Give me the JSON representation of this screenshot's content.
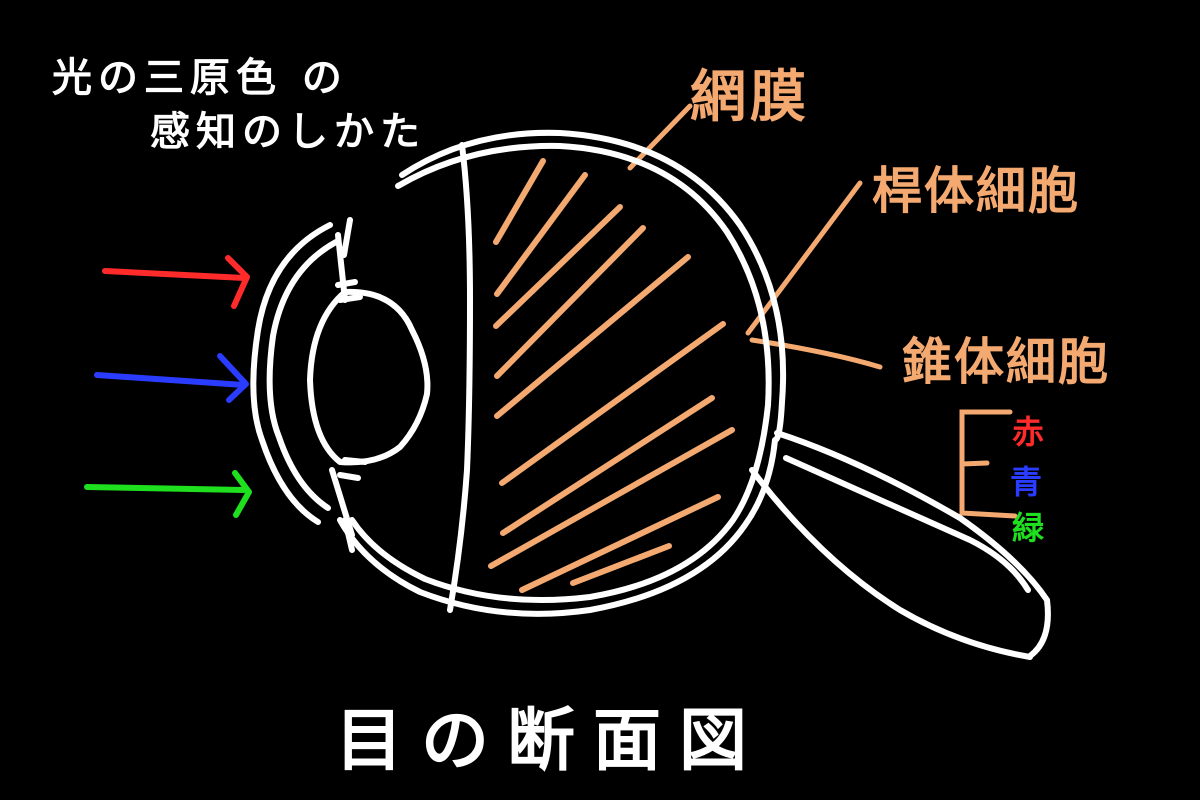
{
  "colors": {
    "background": "#000000",
    "chalk_white": "#ffffff",
    "orange": "#f4a970",
    "arrow_red": "#ff2a2a",
    "arrow_blue": "#2a3cff",
    "arrow_green": "#1fe01f"
  },
  "title": {
    "line1": "光の三原色 の",
    "line2": "感知のしかた"
  },
  "labels": {
    "retina": "網膜",
    "rod_cell": "桿体細胞",
    "cone_cell": "錐体細胞",
    "cone_types": [
      {
        "text": "赤",
        "color": "#ff2a2a"
      },
      {
        "text": "青",
        "color": "#2a3cff"
      },
      {
        "text": "緑",
        "color": "#1fe01f"
      }
    ]
  },
  "caption": "目の断面図",
  "light_arrows": [
    {
      "name": "red-light-arrow",
      "color": "#ff2a2a"
    },
    {
      "name": "blue-light-arrow",
      "color": "#2a3cff"
    },
    {
      "name": "green-light-arrow",
      "color": "#1fe01f"
    }
  ]
}
